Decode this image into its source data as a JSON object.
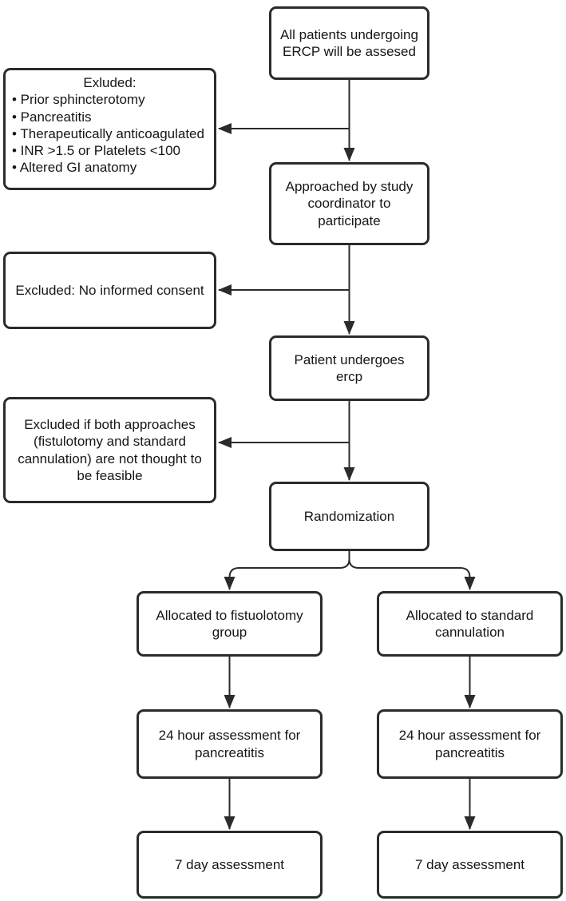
{
  "diagram": {
    "type": "flowchart",
    "colors": {
      "stroke": "#2b2b2b",
      "box_background": "#ffffff",
      "text": "#161616"
    }
  },
  "nodes": {
    "all_patients": {
      "label": "All patients undergoing ERCP will be assesed"
    },
    "excluded_criteria": {
      "title": "Exluded:",
      "items": [
        "• Prior sphincterotomy",
        "• Pancreatitis",
        "• Therapeutically anticoagulated",
        "• INR >1.5 or Platelets <100",
        "• Altered GI anatomy"
      ]
    },
    "approached": {
      "label": "Approached by study coordinator to participate"
    },
    "excluded_no_consent": {
      "label": "Excluded: No informed consent"
    },
    "undergoes_ercp": {
      "label": "Patient undergoes ercp"
    },
    "excluded_not_feasible": {
      "label": "Excluded if both approaches (fistulotomy and standard cannulation) are not thought to be feasible"
    },
    "randomization": {
      "label": "Randomization"
    },
    "allocated_fistulotomy": {
      "label": "Allocated to fistuolotomy group"
    },
    "allocated_standard": {
      "label": "Allocated to standard cannulation"
    },
    "assessment_24h_left": {
      "label": "24 hour assessment for pancreatitis"
    },
    "assessment_24h_right": {
      "label": "24 hour assessment for pancreatitis"
    },
    "assessment_7day_left": {
      "label": "7 day assessment"
    },
    "assessment_7day_right": {
      "label": "7 day assessment"
    }
  }
}
